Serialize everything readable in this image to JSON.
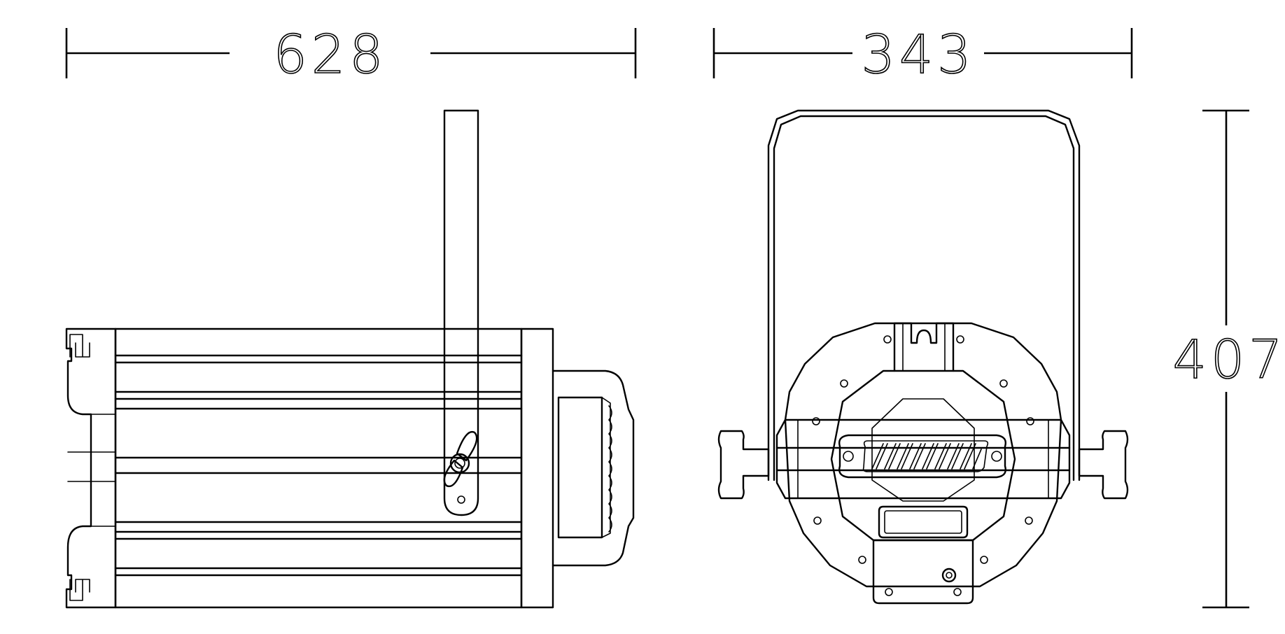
{
  "dimensions": {
    "length": "628",
    "width": "343",
    "height": "407"
  }
}
